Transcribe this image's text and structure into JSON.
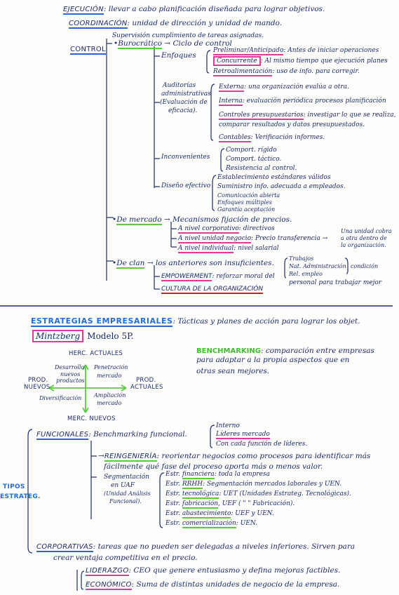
{
  "top": {
    "ejecucion_label": "EJECUCIÓN",
    "ejecucion_text": ": llevar a cabo planificación diseñada para lograr objetivos.",
    "coordinacion_label": "COORDINACIÓN",
    "coordinacion_text": ": unidad de dirección y unidad de mando."
  },
  "control": {
    "label": "CONTROL",
    "intro": "Supervisión cumplimiento de tareas asignadas.",
    "burocratico": "Burocrático",
    "ciclo": "Ciclo de control",
    "enfoques": "Enfoques",
    "preliminar": "Preliminar/Anticipado",
    "preliminar_text": ": Antes de iniciar operaciones",
    "concurrente": "Concurrente",
    "concurrente_text": ": Al mismo tiempo que ejecución planes",
    "retro": "Retroalimentación",
    "retro_text": ": uso de info. para corregir.",
    "auditorias_1": "Auditorías",
    "auditorias_2": "administrativas",
    "auditorias_3": "(Evaluación de",
    "auditorias_4": "eficacia).",
    "externa": "Externa",
    "externa_text": ": una organización evalúa a otra.",
    "interna": "Interna",
    "interna_text": ": evaluación periódica procesos planificación",
    "presup": "Controles presupuestarios",
    "presup_text": ": investigar lo que se realiza,",
    "presup_text2": "comparar resultados y datos presupuestados.",
    "contables": "Contables",
    "contables_text": ": Verificación informes.",
    "inconv": "Inconvenientes",
    "inconv_1": "Comport. rígido",
    "inconv_2": "Comport. táctico.",
    "inconv_3": "Resistencia al control.",
    "diseno": "Diseño efectivo",
    "diseno_1": "Establecimiento estándares válidos",
    "diseno_2": "Suministro info. adecuada a empleados.",
    "diseno_3": "Comunicación abierta",
    "diseno_4": "Enfoques múltiples",
    "diseno_5": "Garantía aceptación",
    "mercado": "De mercado",
    "mercado_text": "Mecanismos fijación de precios.",
    "corp": "A nivel corporativo",
    "corp_text": ": directivos",
    "unidad": "A nivel unidad negocio",
    "unidad_text": ": Precio transferencia",
    "unidad_note_1": "Una unidad cobra",
    "unidad_note_2": "a otra dentro de",
    "unidad_note_3": "la organización.",
    "individual": "A nivel individual",
    "individual_text": ": nivel salarial",
    "clan": "De clan",
    "clan_text": "los anteriores son insuficientes.",
    "clan_1": "Trabajos",
    "clan_2": "Nat. Administración",
    "clan_3": "Rel. empleo",
    "clan_cond": "condición",
    "empower": "EMPOWERMENT",
    "empower_text": ": reforzar moral del",
    "empower_text2": "personal para trabajar mejor",
    "cultura": "CULTURA DE LA ORGANIZACIÓN"
  },
  "estrategias": {
    "title": "ESTRATEGIAS EMPRESARIALES",
    "title_text": ": Tácticas y planes de acción para lograr los objet.",
    "mintzberg": "Mintzberg",
    "modelo": "Modelo 5P.",
    "bench_label": "BENCHMARKING",
    "bench_text_1": ": comparación entre empresas",
    "bench_text_2": "para adaptar a la propia aspectos que en",
    "bench_text_3": "otras sean mejores.",
    "matrix": {
      "top": "HERC. ACTUALES",
      "bottom": "MERC. NUEVOS",
      "left_1": "PROD.",
      "left_2": "NUEVOS",
      "right_1": "PROD.",
      "right_2": "ACTUALES",
      "q1_1": "Desarrollo",
      "q1_2": "nuevos",
      "q1_3": "productos",
      "q2_1": "Penetración",
      "q2_2": "mercado",
      "q3": "Diversificación",
      "q4_1": "Ampliación",
      "q4_2": "mercado"
    }
  },
  "tipos": {
    "label_1": "TIPOS",
    "label_2": "ESTRATEG.",
    "funcionales": "FUNCIONALES",
    "func_text": ": Benchmarking funcional.",
    "interno": "Interno",
    "lideres": "Líderes mercado",
    "cada": "Con cada función de líderes.",
    "reing": "REINGENIERÍA",
    "reing_text": ": reorientar negocios como procesos para identificar más",
    "reing_text2": "fácilmente qué fase del proceso aporta más o menos valor.",
    "seg_1": "Segmentación",
    "seg_2": "en UAF",
    "seg_3": "(Unidad Análisis",
    "seg_4": "Funcional).",
    "est1": "Estr.",
    "est1_u": "financiera",
    "est1_t": ": toda la empresa",
    "est2_u": "RRHH",
    "est2_t": ": Segmentación mercados laborales y UEN.",
    "est3_u": "tecnológica",
    "est3_t": ": UET (Unidades Estrateg. Tecnológicas).",
    "est4_u": "fabricación",
    "est4_t": ", UEF (  \"        \"          Fabricación).",
    "est5_u": "abastecimiento",
    "est5_t": ": UEF y UEN.",
    "est6_u": "comercialización",
    "est6_t": ": UEN.",
    "corporativas": "CORPORATIVAS",
    "corp_text": ": tareas que no pueden ser delegadas a niveles inferiores. Sirven para",
    "corp_text2": "crear ventaja competitiva en el precio.",
    "liderazgo": "LIDERAZGO",
    "liderazgo_text": ": CEO que genere entusiasmo y defina mejoras factibles.",
    "economico": "ECONÓMICO",
    "economico_text": ": Suma de distintas unidades de negocio de la empresa."
  }
}
